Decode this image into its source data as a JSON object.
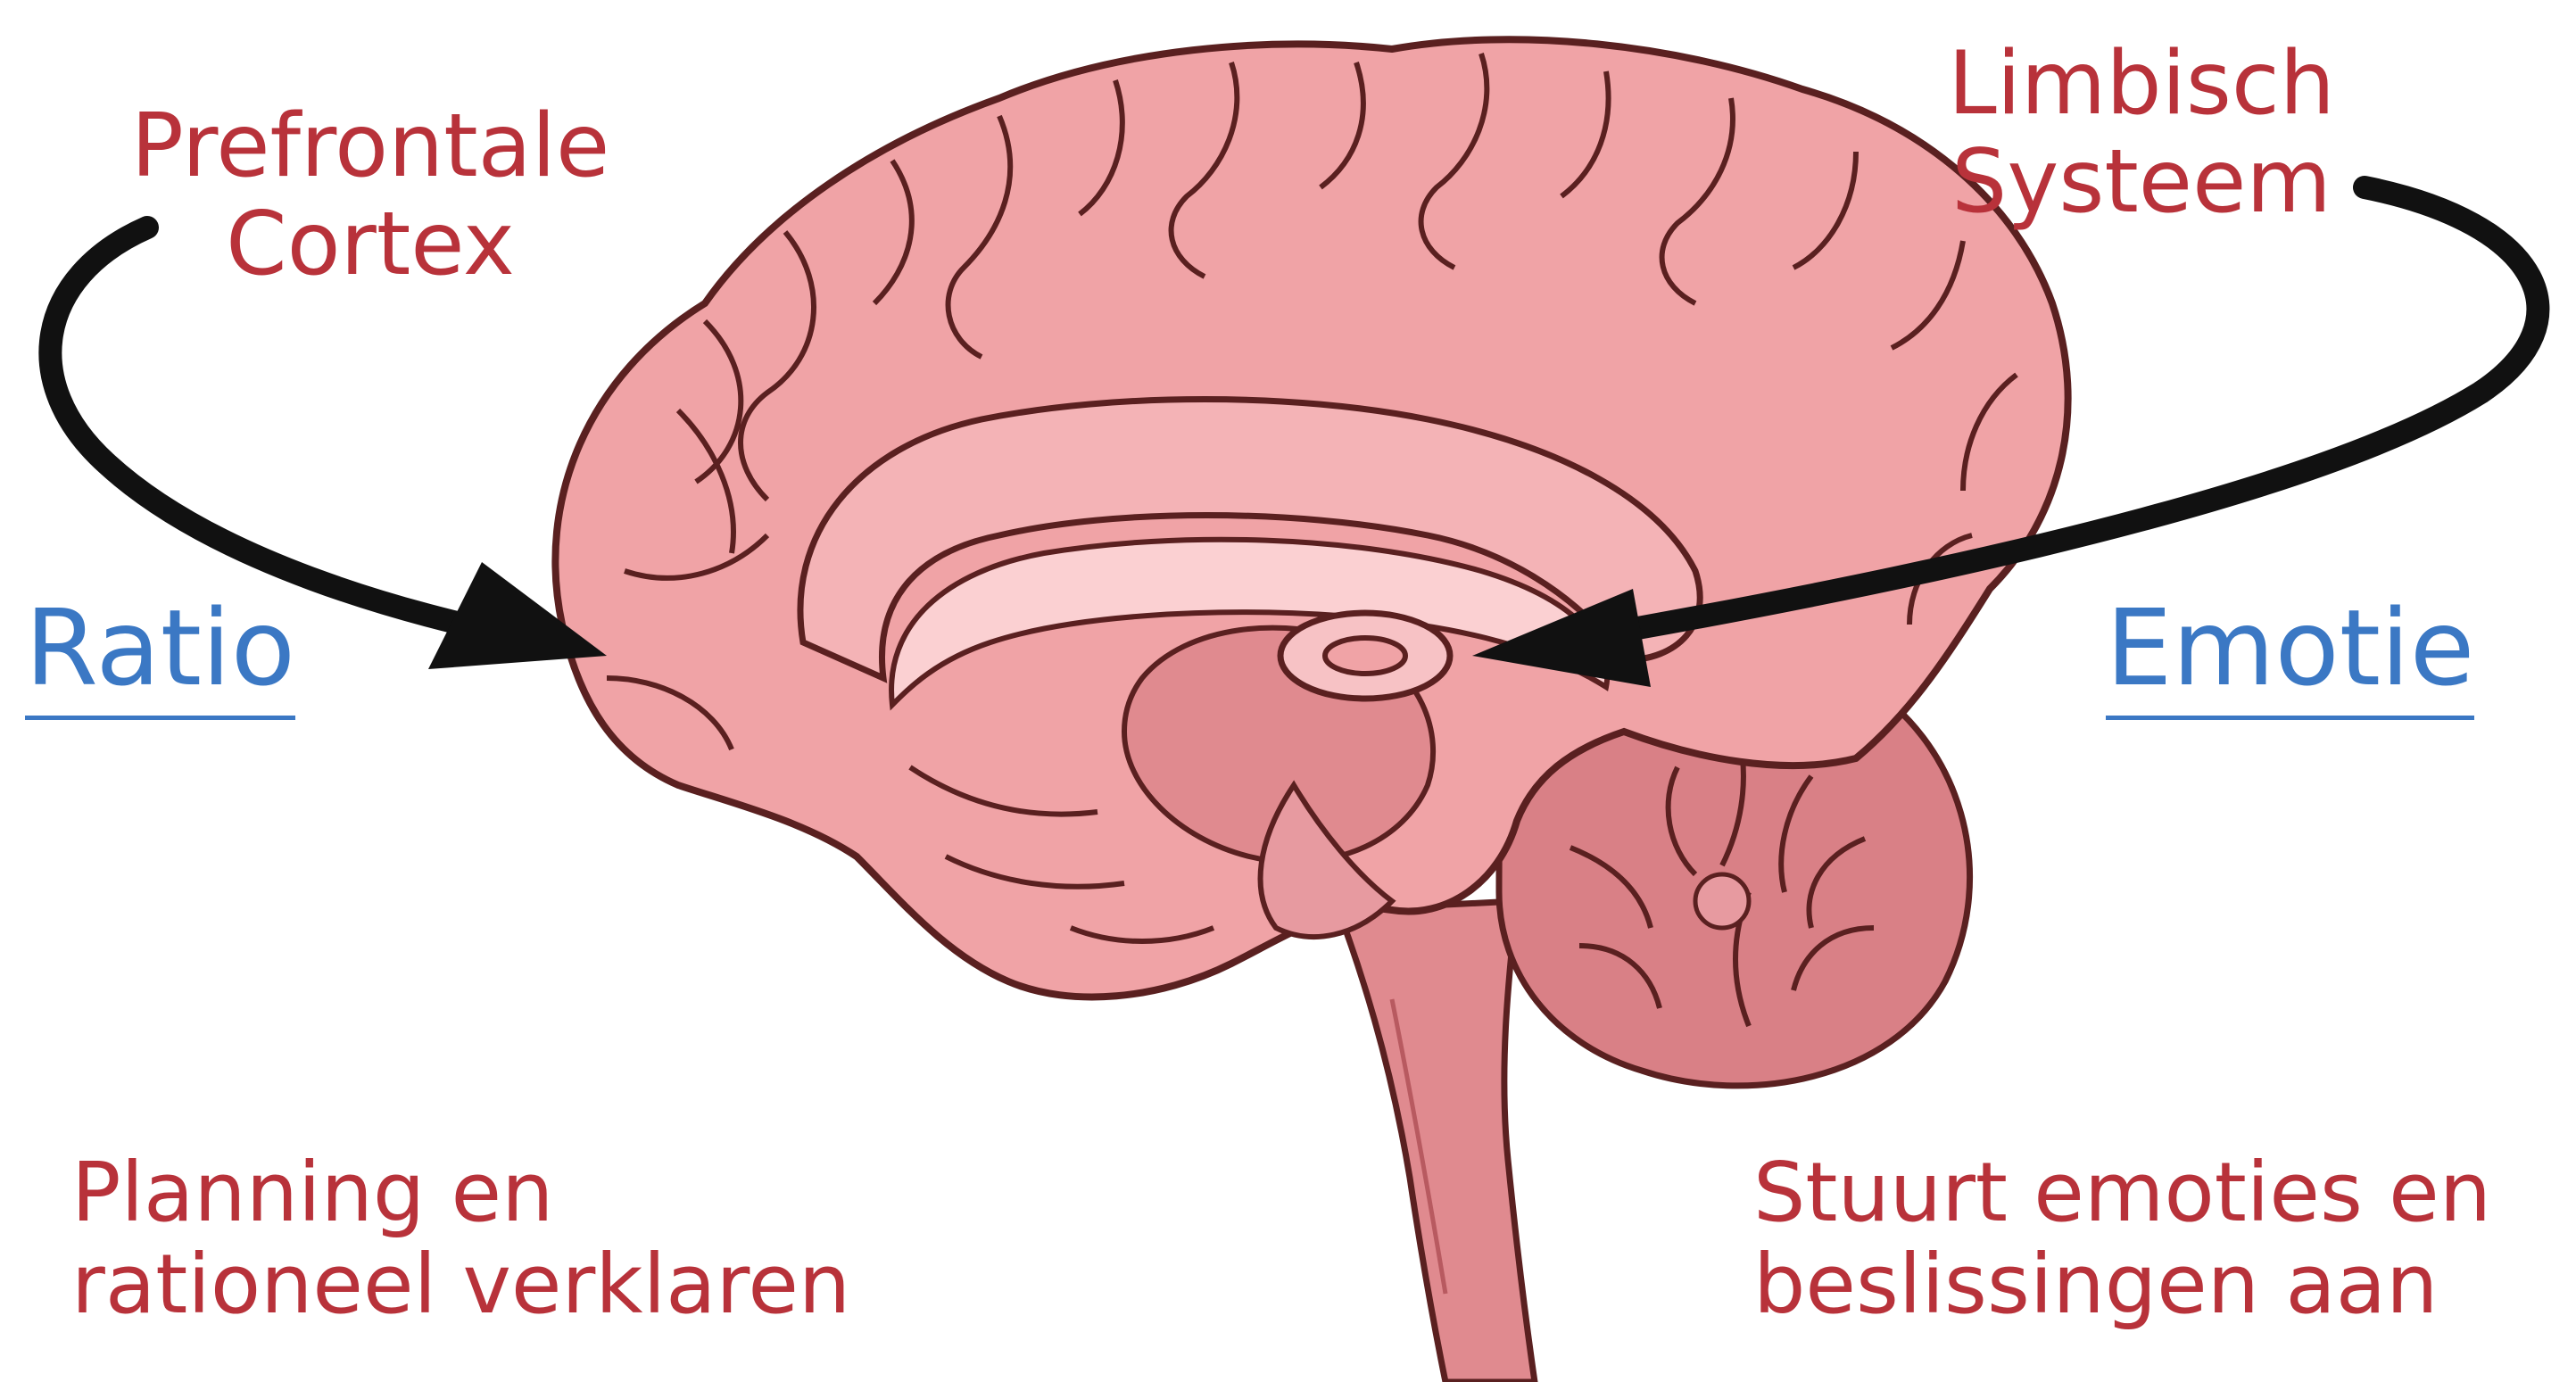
{
  "labels": {
    "prefrontal_line1": "Prefrontale",
    "prefrontal_line2": "Cortex",
    "limbic_line1": "Limbisch",
    "limbic_line2": "Systeem",
    "ratio": "Ratio",
    "emotie": "Emotie",
    "left_desc_line1": "Planning en",
    "left_desc_line2": "rationeel verklaren",
    "right_desc_line1": "Stuurt emoties en",
    "right_desc_line2": "beslissingen aan"
  },
  "colors": {
    "heading_red": "#b8323a",
    "keyword_blue": "#3b78c4",
    "arrow": "#111111",
    "brain_pink": "#f0a3a6",
    "brain_outline": "#5a2020",
    "cerebellum": "#d98086"
  },
  "icons": {
    "brain": "brain-illustration",
    "arrow_left": "curved-arrow-icon",
    "arrow_right": "curved-arrow-icon"
  }
}
